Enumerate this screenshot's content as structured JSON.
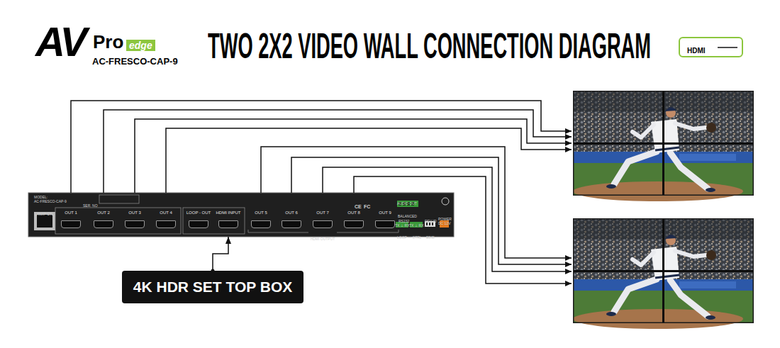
{
  "diagram": {
    "title": "TWO 2X2 VIDEO WALL CONNECTION DIAGRAM",
    "nodes": [
      {
        "text": [
          "MODEL:",
          "AC-FRESCO-CAP-9"
        ]
      },
      {
        "text": [
          "OUT 1"
        ],
        "in": 0
      },
      {
        "text": [
          "OUT 2"
        ],
        "in": 0
      },
      {
        "text": [
          "OUT 3"
        ],
        "in": 0
      },
      {
        "text": [
          "OUT 4"
        ],
        "in": 0
      },
      {
        "text": [
          "LOOP - OUT"
        ],
        "in": 0
      },
      {
        "text": [
          "HDMI INPUT"
        ],
        "in": 0
      },
      {
        "text": [
          "OUT 5"
        ],
        "in": 0
      },
      {
        "text": [
          "OUT 6"
        ],
        "in": 0
      },
      {
        "text": [
          "OUT 7"
        ],
        "in": 0
      },
      {
        "text": [
          "OUT 8"
        ],
        "in": 0
      },
      {
        "text": [
          "OUT 9"
        ],
        "in": 0
      },
      {
        "text": [
          "4K HDR SET TOP BOX"
        ]
      }
    ],
    "edges": [
      {
        "from": 12,
        "to": 6,
        "arrow": "to"
      }
    ],
    "labels": [
      "AV",
      "Pro",
      "edge",
      "AC-FRESCO-CAP-9",
      "SER. NO",
      "LAN/IP CTL",
      "HDMI OUTPUT",
      "CE",
      "FC",
      "AUDIO OUT",
      "BALANCED",
      "RS232",
      "TX ⊥ RX",
      "TX ⊥ RX",
      "LOOP — CTRL",
      "DEV ID",
      "EDID",
      "POWER",
      "DC 12V"
    ],
    "legend": [
      {
        "text": "HDMI"
      }
    ]
  }
}
